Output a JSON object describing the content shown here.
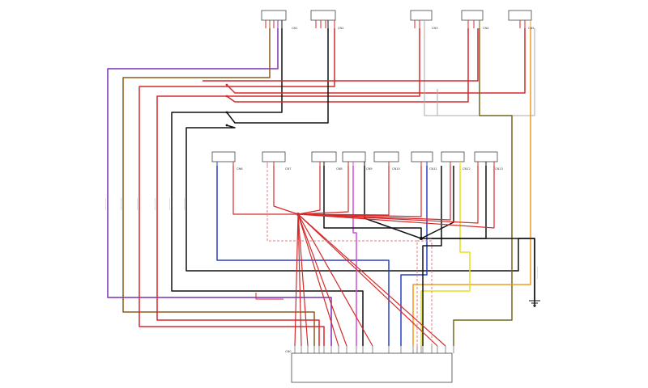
{
  "colors": {
    "red": "#d42a2a",
    "black": "#111111",
    "purple": "#7a2fb5",
    "brown": "#8a5a1e",
    "orange": "#f29a1a",
    "olive": "#6e6a20",
    "blue": "#2a3fc4",
    "magenta": "#d24fd8",
    "yellow": "#e6e11a",
    "gray": "#aaaaaa",
    "pinkdash": "#e08080"
  },
  "connectors": {
    "top": [
      {
        "id": "CN1"
      },
      {
        "id": "CN2"
      },
      {
        "id": "CN3"
      },
      {
        "id": "CN4"
      },
      {
        "id": "CN5"
      }
    ],
    "mid": [
      {
        "id": "CN6"
      },
      {
        "id": "CN7"
      },
      {
        "id": "CN8"
      },
      {
        "id": "CN9"
      },
      {
        "id": "CN10"
      },
      {
        "id": "CN11"
      },
      {
        "id": "CN12"
      },
      {
        "id": "CN13"
      }
    ],
    "main": {
      "id": "CN0"
    }
  }
}
